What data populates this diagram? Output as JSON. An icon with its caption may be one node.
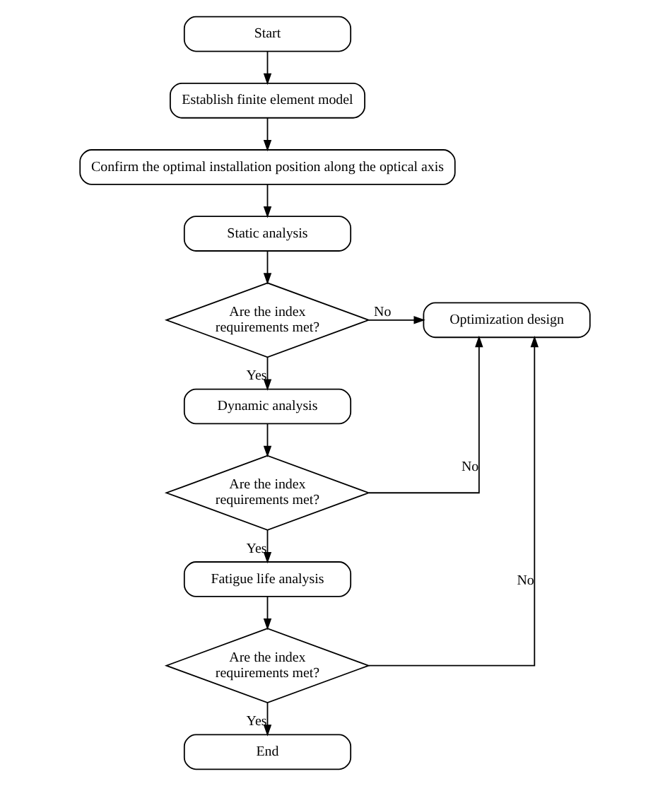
{
  "diagram": {
    "nodes": [
      {
        "text": [
          "Start"
        ]
      },
      {
        "text": [
          "Establish finite element model"
        ]
      },
      {
        "text": [
          "Confirm the optimal installation position along the optical axis"
        ]
      },
      {
        "text": [
          "Static analysis"
        ]
      },
      {
        "text": [
          "Are the index requirements met?"
        ]
      },
      {
        "text": [
          "Optimization design"
        ]
      },
      {
        "text": [
          "Dynamic analysis"
        ]
      },
      {
        "text": [
          "Are the index requirements met?"
        ]
      },
      {
        "text": [
          "Fatigue life analysis"
        ]
      },
      {
        "text": [
          "Are the index requirements met?"
        ]
      },
      {
        "text": [
          "End"
        ]
      }
    ],
    "edges": [
      {
        "from": 0,
        "to": 1,
        "arrow": "to"
      },
      {
        "from": 1,
        "to": 2,
        "arrow": "to"
      },
      {
        "from": 2,
        "to": 3,
        "arrow": "to"
      },
      {
        "from": 3,
        "to": 4,
        "arrow": "to"
      },
      {
        "from": 4,
        "to": 5,
        "arrow": "to",
        "label": "No"
      },
      {
        "from": 4,
        "to": 6,
        "arrow": "to",
        "label": "Yes"
      },
      {
        "from": 6,
        "to": 7,
        "arrow": "to"
      },
      {
        "from": 7,
        "to": 5,
        "arrow": "to",
        "label": "No"
      },
      {
        "from": 7,
        "to": 8,
        "arrow": "to",
        "label": "Yes"
      },
      {
        "from": 8,
        "to": 9,
        "arrow": "to"
      },
      {
        "from": 9,
        "to": 5,
        "arrow": "to",
        "label": "No"
      },
      {
        "from": 9,
        "to": 10,
        "arrow": "to",
        "label": "Yes"
      }
    ]
  }
}
